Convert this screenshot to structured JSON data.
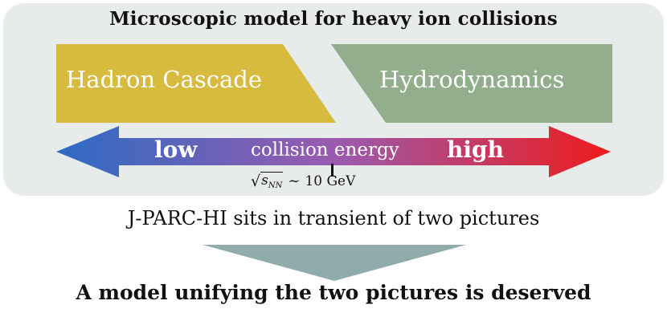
{
  "panel": {
    "title": "Microscopic model for heavy ion collisions"
  },
  "models": {
    "left": {
      "label": "Hadron Cascade",
      "color": "#d7bb3e"
    },
    "right": {
      "label": "Hydrodynamics",
      "color": "#93ae8c"
    }
  },
  "energy_axis": {
    "low_label": "low",
    "middle_label": "collision energy",
    "high_label": "high",
    "low_color": "#2c6bc4",
    "mid_color": "#9a5bb0",
    "high_color": "#ee1b1b",
    "marker": {
      "symbol": "s",
      "subscript": "NN",
      "relation": "~",
      "value": "10 GeV"
    }
  },
  "transient_text": "J-PARC-HI sits in transient of two pictures",
  "down_arrow_color": "#8fabab",
  "conclusion_text": "A model unifying the two pictures is deserved"
}
